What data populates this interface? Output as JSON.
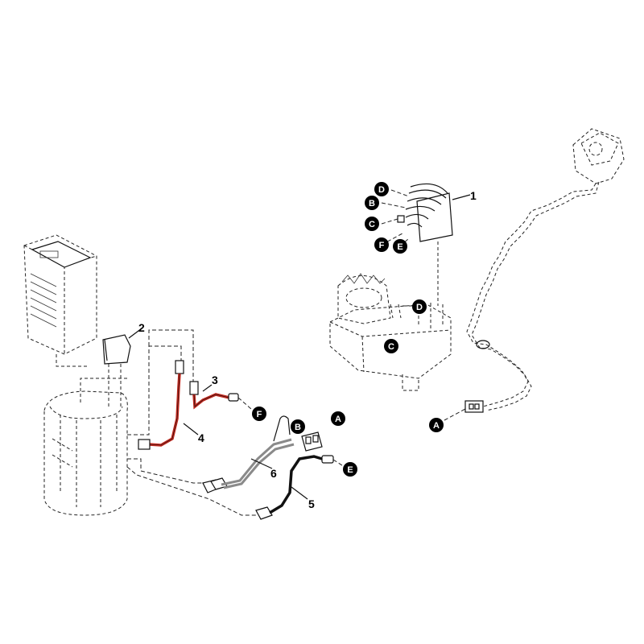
{
  "part_labels": {
    "p1": "1",
    "p2": "2",
    "p3": "3",
    "p4": "4",
    "p5": "5",
    "p6": "6"
  },
  "connector_badges": {
    "a_motor": "A",
    "a_harness": "A",
    "b_stator": "B",
    "b_harness": "B",
    "c_stator": "C",
    "c_motor": "C",
    "d_stator": "D",
    "d_motor": "D",
    "e_stator": "E",
    "e_harness": "E",
    "f_stator": "F",
    "f_harness": "F"
  },
  "colors": {
    "outline": "#111111",
    "wire_red": "#c0281e",
    "wire_black": "#111111",
    "wire_gray": "#8a8a8a",
    "badge_fill": "#000000",
    "badge_text": "#ffffff"
  }
}
